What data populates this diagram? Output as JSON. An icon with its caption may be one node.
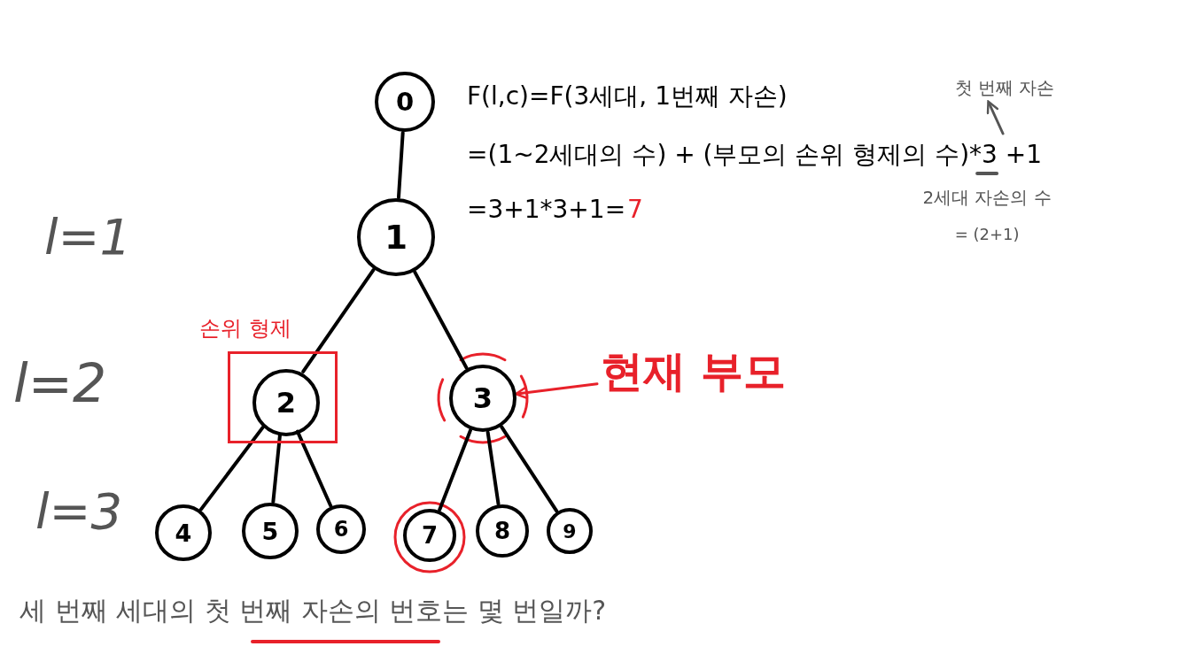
{
  "diagram": {
    "nodes": [
      {
        "text": [
          "0"
        ]
      },
      {
        "text": [
          "1"
        ]
      },
      {
        "text": [
          "손위 형제"
        ]
      },
      {
        "text": [
          "2"
        ],
        "in": 2
      },
      {
        "text": [
          "3"
        ]
      },
      {
        "text": [
          "4"
        ]
      },
      {
        "text": [
          "5"
        ]
      },
      {
        "text": [
          "6"
        ]
      },
      {
        "text": [
          "7"
        ]
      },
      {
        "text": [
          "8"
        ]
      },
      {
        "text": [
          "9"
        ]
      },
      {
        "text": [
          "현재 부모"
        ]
      },
      {
        "text": [
          "첫 번째 자손"
        ]
      }
    ],
    "edges": [
      {
        "from": 0,
        "to": 1,
        "arrow": "none"
      },
      {
        "from": 1,
        "to": 3,
        "arrow": "none"
      },
      {
        "from": 1,
        "to": 4,
        "arrow": "none"
      },
      {
        "from": 3,
        "to": 5,
        "arrow": "none"
      },
      {
        "from": 3,
        "to": 6,
        "arrow": "none"
      },
      {
        "from": 3,
        "to": 7,
        "arrow": "none"
      },
      {
        "from": 4,
        "to": 8,
        "arrow": "none"
      },
      {
        "from": 4,
        "to": 9,
        "arrow": "none"
      },
      {
        "from": 4,
        "to": 10,
        "arrow": "none"
      },
      {
        "from": 11,
        "to": 4,
        "arrow": "to",
        "color": "#e8212a"
      },
      {
        "from": null,
        "to": 12,
        "arrow": "to",
        "color": "#555555"
      }
    ],
    "labels": [
      "F(l,c)=F(3세대, 1번째 자손)",
      "=(1~2세대의 수) + (부모의 손위 형제의 수)*3 +1",
      "=3+1*3+1=",
      "7",
      "2세대 자손의 수",
      "= (2+1)",
      "l=1",
      "l=2",
      "l=3",
      "세 번째 세대의 첫 번째 자손의 번호는 몇 번일까?"
    ]
  }
}
